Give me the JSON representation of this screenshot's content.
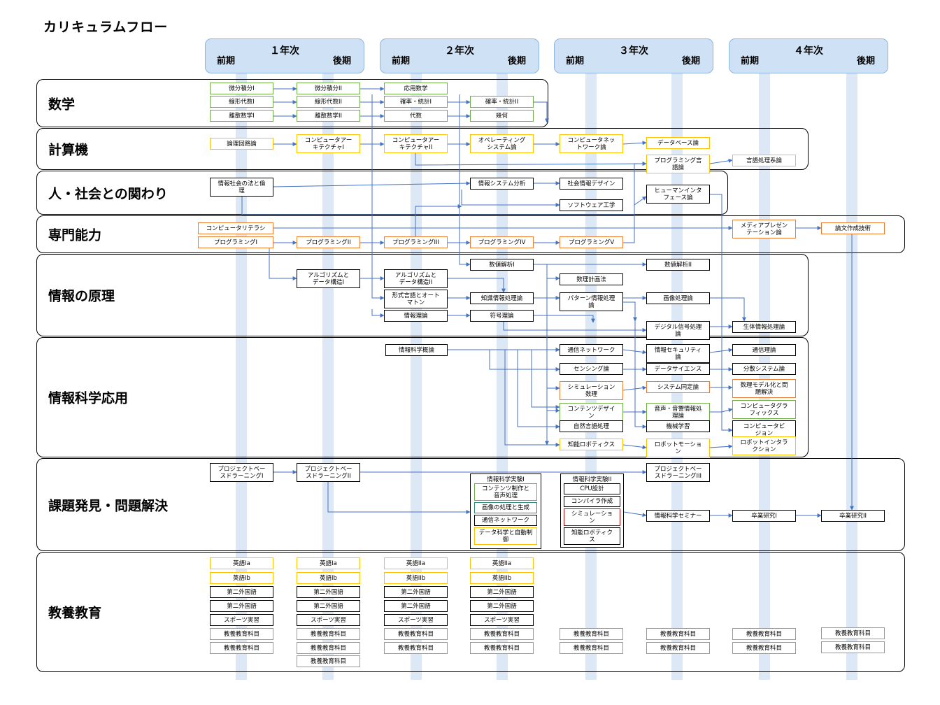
{
  "title": "カリキュラムフロー",
  "years": [
    {
      "label": "１年次",
      "first": "前期",
      "second": "後期"
    },
    {
      "label": "２年次",
      "first": "前期",
      "second": "後期"
    },
    {
      "label": "３年次",
      "first": "前期",
      "second": "後期"
    },
    {
      "label": "４年次",
      "first": "前期",
      "second": "後期"
    }
  ],
  "sections": [
    "数学",
    "計算機",
    "人・社会との関わり",
    "専門能力",
    "情報の原理",
    "情報科学応用",
    "課題発見・問題解決",
    "教養教育"
  ],
  "colors": {
    "lane": "#dce8f6",
    "arrow": "#4472c4",
    "green": "#70ad47",
    "yellow": "#ffc000",
    "orange": "#ed7d31",
    "red": "#c00000",
    "teal": "#2e8b7a"
  },
  "courses": {
    "bibun1": "微分積分I",
    "senkei1": "線形代数I",
    "risan1": "離散数学I",
    "bibun2": "微分積分II",
    "senkei2": "線形代数II",
    "risan2": "離散数学II",
    "ouyou": "応用数学",
    "kakuritsu1": "確率・統計I",
    "daisu": "代数",
    "kakuritsu2": "確率・統計II",
    "kika": "幾何",
    "ronri": "論理回路論",
    "comparch1": "コンピュータアー\nキテクチャI",
    "comparch2": "コンピュータアー\nキテクチャII",
    "os": "オペレーティング\nシステム論",
    "network": "コンピュータネッ\nトワーク論",
    "database": "データベース論",
    "proglang": "プログラミング言\n語論",
    "gengo": "言語処理系論",
    "shakaihou": "情報社会の法と倫\n理",
    "sysbunseki": "情報システム分析",
    "shakaidesign": "社会情報デザイン",
    "human": "ヒューマンインタ\nフェース論",
    "software": "ソフトウェア工学",
    "literacy": "コンピュータリテラシ",
    "media": "メディアプレゼン\nテーション論",
    "ronbun": "論文作成技術",
    "prog1": "プログラミングI",
    "prog2": "プログラミングII",
    "prog3": "プログラミングIII",
    "prog4": "プログラミングIV",
    "prog5": "プログラミングV",
    "algo1": "アルゴリズムと\nデータ構造I",
    "algo2": "アルゴリズムと\nデータ構造II",
    "keishiki": "形式言語とオート\nマトン",
    "johoriron": "情報理論",
    "suuchi1": "数値解析I",
    "chishiki": "知識情報処理論",
    "fugou": "符号理論",
    "keikaku": "数理計画法",
    "pattern": "パターン情報処理\n論",
    "suuchi2": "数値解析II",
    "gazou": "画像処理論",
    "digital": "デジタル信号処理\n論",
    "seitai": "生体情報処理論",
    "gairon": "情報科学概論",
    "tsushinnet": "通信ネットワーク",
    "sensing": "センシング論",
    "simulation": "シミュレーション\n数理",
    "contents": "コンテンツデザイ\nン",
    "shizen": "自然言語処理",
    "robotics": "知能ロボティクス",
    "security": "情報セキュリティ\n論",
    "datasci": "データサイエンス",
    "doutei": "システム同定論",
    "onkyo": "音声・音響情報処\n理論",
    "kikai": "機械学習",
    "robotmotion": "ロボットモーショ\nン",
    "tsushinriron": "通信理論",
    "bunsan": "分散システム論",
    "modeling": "数理モデル化と問\n題解決",
    "cg": "コンピュータグラ\nフィックス",
    "vision": "コンピュータビ\nジョン",
    "hri": "ロボットインタラ\nクション",
    "pbl1": "プロジェクトベー\nスドラーニングI",
    "pbl2": "プロジェクトベー\nスドラーニングII",
    "pbl3": "プロジェクトベー\nスドラーニングIII",
    "seminar": "情報科学セミナー",
    "sotsuken1": "卒業研究I",
    "sotsuken2": "卒業研究II",
    "jikken1": "情報科学実験I",
    "j1a": "コンテンツ制作と\n音声処理",
    "j1b": "画像の処理と生成",
    "j1c": "通信ネットワーク",
    "j1d": "データ科学と自動制\n御",
    "jikken2": "情報科学実験II",
    "j2a": "CPU設計",
    "j2b": "コンパイラ作成",
    "j2c": "シミュレーショ\nン",
    "j2d": "知能ロボティク\nス",
    "eng1a": "英語Ia",
    "eng1b": "英語Ib",
    "eng2a": "英語IIa",
    "eng2b": "英語IIb",
    "foreign": "第二外国語",
    "sports": "スポーツ実習",
    "kyoyo": "教養教育科目"
  }
}
